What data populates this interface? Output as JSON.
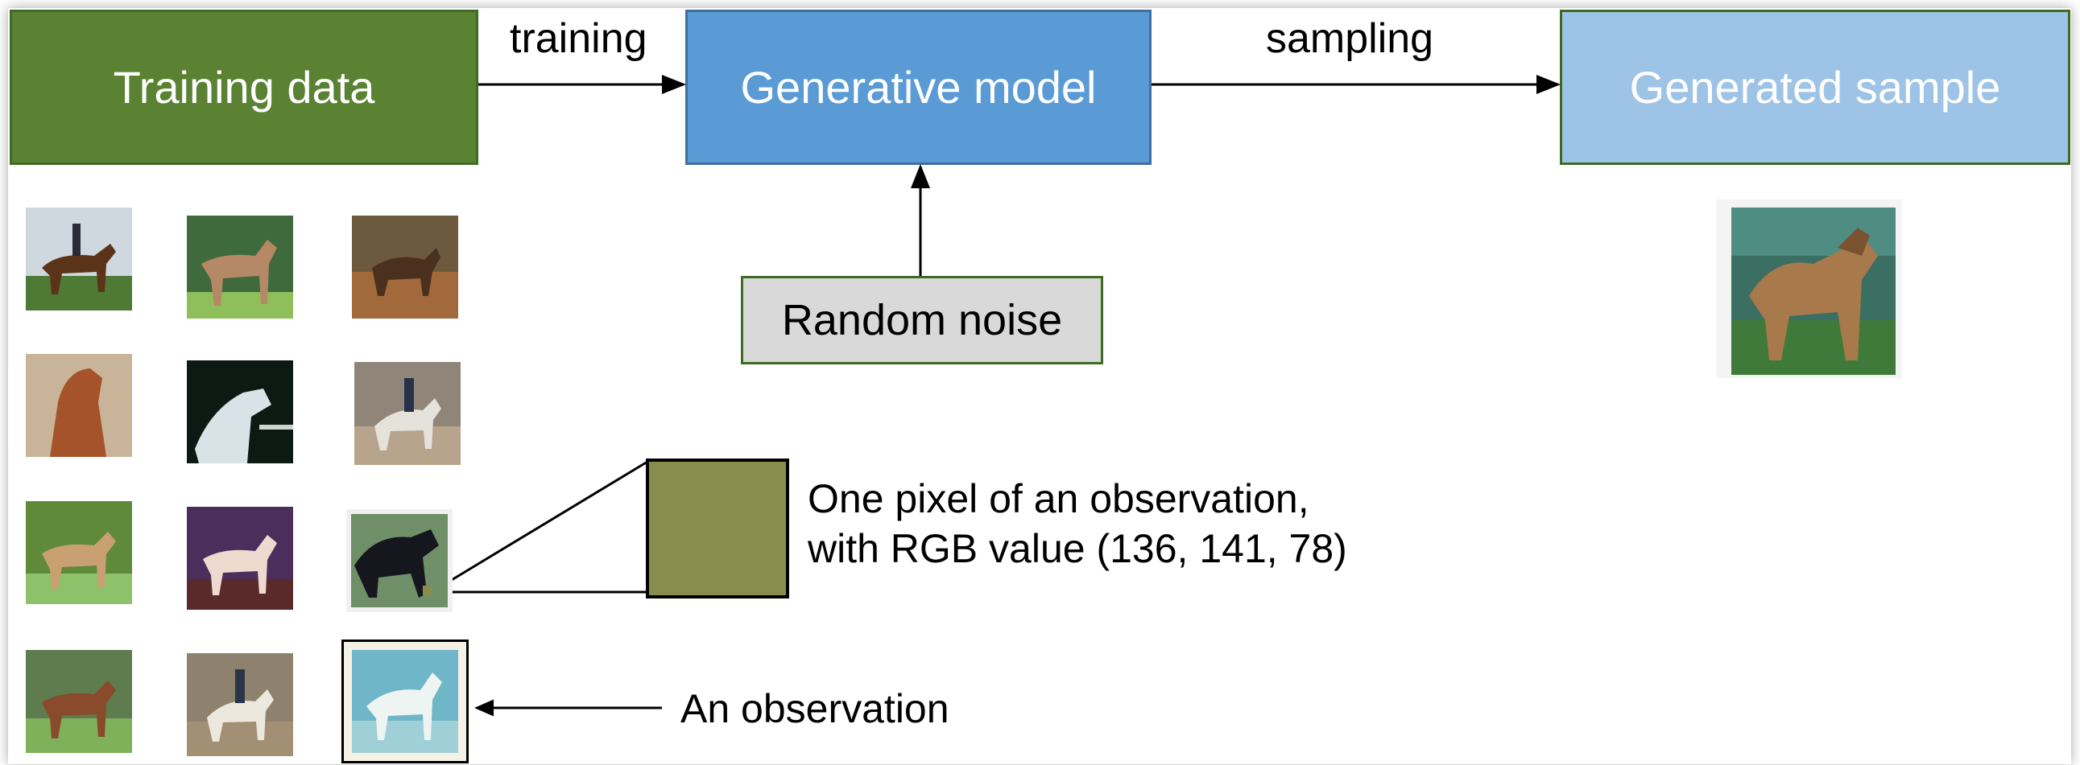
{
  "boxes": {
    "training_data": "Training data",
    "generative_model": "Generative model",
    "generated_sample": "Generated sample",
    "random_noise": "Random noise"
  },
  "arrow_labels": {
    "training": "training",
    "sampling": "sampling"
  },
  "annotations": {
    "pixel_line1": "One pixel of an observation,",
    "pixel_line2": "with RGB value (136, 141, 78)",
    "observation": "An observation"
  },
  "colors": {
    "training_box": "#5b8233",
    "model_box": "#5b9bd5",
    "generated_box": "#9dc3e6",
    "noise_box": "#d9d9d9",
    "border": "#3d6b22",
    "pixel": "#888d4e"
  }
}
